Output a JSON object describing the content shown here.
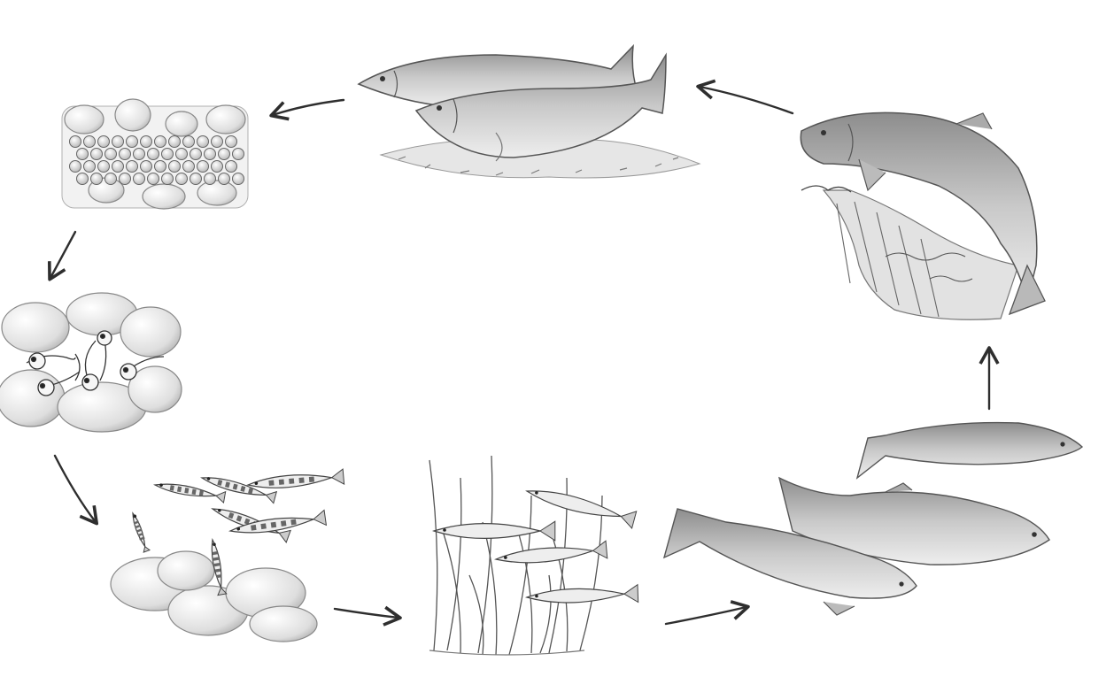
{
  "diagram": {
    "kind": "life-cycle",
    "stages": [
      {
        "id": "spawning-adults",
        "icon": "spawning-salmon-pair"
      },
      {
        "id": "eggs",
        "icon": "eggs-in-gravel"
      },
      {
        "id": "alevins",
        "icon": "alevins-hatching"
      },
      {
        "id": "fry",
        "icon": "fry-over-stones"
      },
      {
        "id": "smolts",
        "icon": "smolts-in-grass"
      },
      {
        "id": "ocean-adults",
        "icon": "ocean-salmon"
      },
      {
        "id": "returning-adult",
        "icon": "salmon-leaping-falls"
      }
    ],
    "arrows": [
      {
        "from": "ocean-adults",
        "to": "returning-adult"
      },
      {
        "from": "returning-adult",
        "to": "spawning-adults"
      },
      {
        "from": "spawning-adults",
        "to": "eggs"
      },
      {
        "from": "eggs",
        "to": "alevins"
      },
      {
        "from": "alevins",
        "to": "fry"
      },
      {
        "from": "fry",
        "to": "smolts"
      },
      {
        "from": "smolts",
        "to": "ocean-adults"
      }
    ],
    "colors": {
      "ink": "#3a3a3a",
      "shade": "#9a9a9a",
      "light": "#d4d4d4",
      "paper": "#ffffff"
    }
  }
}
